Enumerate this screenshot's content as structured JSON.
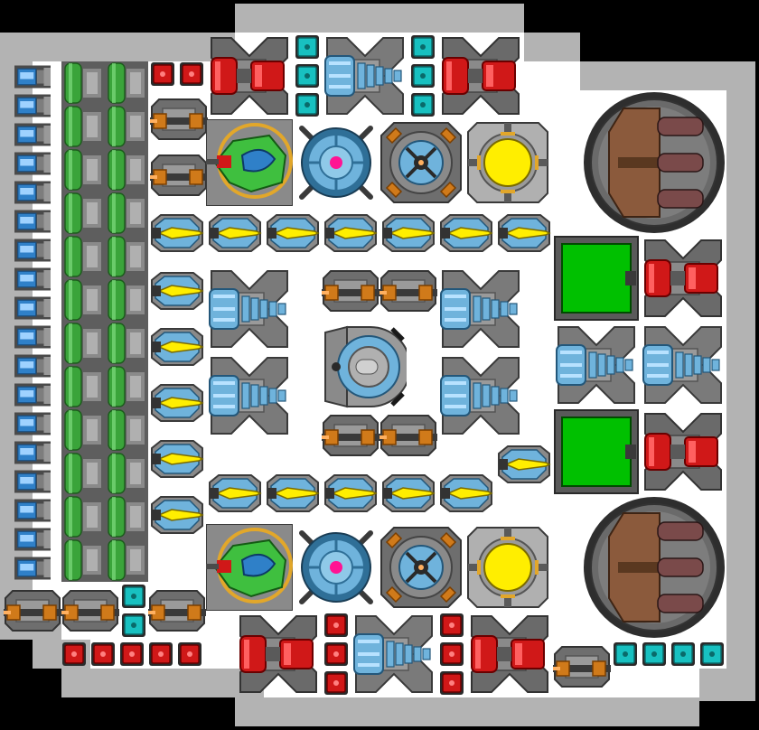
{
  "game": {
    "view": "ship-builder-grid",
    "palette": {
      "background": "#000000",
      "hull_outline": "#b3b3b3",
      "hull_floor": "#ffffff",
      "armor_dark": "#4a4a4a",
      "armor_mid": "#7d7d7d",
      "thruster_blue": "#2f80c8",
      "tank_green": "#3aa43a",
      "reactor_red": "#d01818",
      "cannon_blue": "#6fb3dc",
      "bright_yellow": "#ffee00",
      "cockpit_green": "#3fbf3f",
      "orange_turret": "#d07a1a",
      "cyan_node": "#18c0c0",
      "magenta_core": "#ff1493",
      "screen_green": "#00c000",
      "hangar_brown": "#8b5a3c"
    },
    "modules": [
      {
        "type": "thruster",
        "icon": "blue-thruster-icon"
      },
      {
        "type": "fuel-tank",
        "icon": "green-tank-icon"
      },
      {
        "type": "reactor-cannon",
        "icon": "red-cannon-icon"
      },
      {
        "type": "plasma-cannon",
        "icon": "blue-cannon-icon"
      },
      {
        "type": "missile-launcher",
        "icon": "yellow-missile-icon"
      },
      {
        "type": "railgun",
        "icon": "orange-railgun-icon"
      },
      {
        "type": "cockpit",
        "icon": "green-cockpit-icon"
      },
      {
        "type": "shield-core",
        "icon": "magenta-core-icon"
      },
      {
        "type": "turret",
        "icon": "orange-turret-icon"
      },
      {
        "type": "power-core",
        "icon": "yellow-core-icon"
      },
      {
        "type": "sensor-node",
        "icon": "cyan-node-icon"
      },
      {
        "type": "ammo-crate",
        "icon": "red-crate-icon"
      },
      {
        "type": "display-panel",
        "icon": "green-screen-icon"
      },
      {
        "type": "hangar-bay",
        "icon": "hangar-icon"
      },
      {
        "type": "command-module",
        "icon": "command-dome-icon"
      }
    ]
  }
}
